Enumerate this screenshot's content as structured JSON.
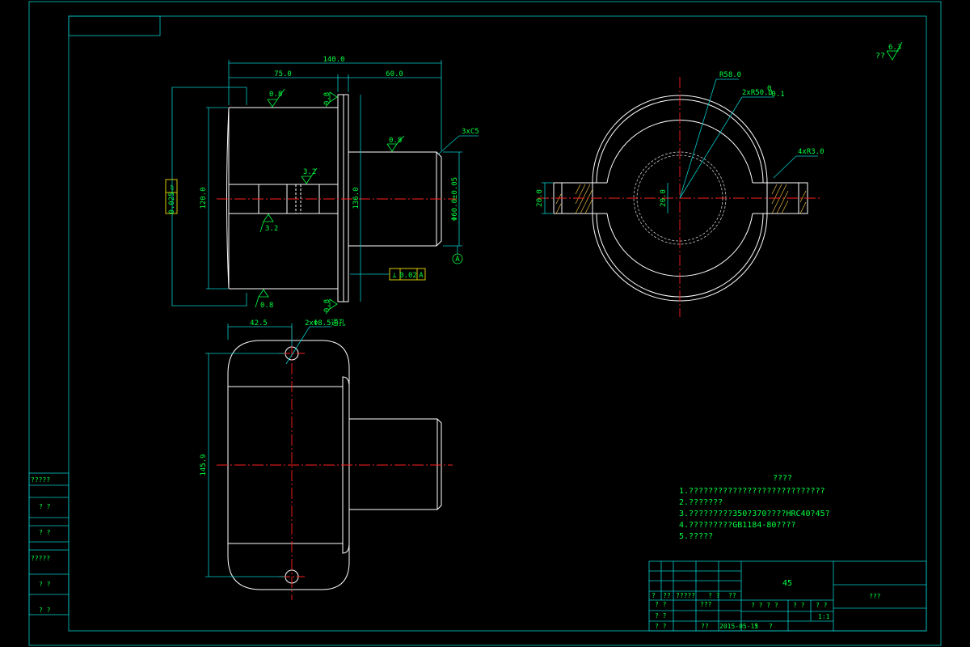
{
  "dimensions": {
    "overall_length": "140.0",
    "left_length": "75.0",
    "right_length": "60.0",
    "chamfer": "3xC5",
    "diameter_120": "120.0",
    "diameter_136": "136.0",
    "shaft_diameter": "Φ60.0±0.05",
    "flatness": "0.025",
    "perpendicularity_value": "0.02",
    "datum": "A",
    "rough_08": "0.8",
    "rough_32": "3.2",
    "hole_offset": "42.5",
    "hole_spec": "2xΦ8.5通孔",
    "height_145": "145.9",
    "radius_58": "R58.0",
    "radius_50": "2xR50.0",
    "radius_50_tol_upper": "0",
    "radius_50_tol_lower": "-0.1",
    "radius_3": "4xR3.0",
    "slot_width": "20.0",
    "slot_width_center": "20.0"
  },
  "surface_finish": {
    "label": "??",
    "value": "6.3"
  },
  "notes": {
    "title": "????",
    "items": [
      "1.????????????????????????????",
      "2.???????",
      "3.?????????350?370????HRC40?45?",
      "4.?????????GB1184-80????",
      "5.?????"
    ]
  },
  "side_panel": [
    "?????",
    "? ?",
    "? ?",
    "?????",
    "? ?",
    "? ?"
  ],
  "title_block": {
    "material": "45",
    "name": "???",
    "row1": [
      "?",
      "??",
      "?????",
      "? ?",
      "??"
    ],
    "row2": [
      "? ?",
      "???",
      "? ? ? ?",
      "? ?",
      "? ?"
    ],
    "row3": [
      "? ?",
      "? ?",
      "2015-05-15",
      "?",
      "?",
      "??",
      "1:1"
    ]
  },
  "colors": {
    "background": "#000000",
    "border": "#00cccc",
    "outline": "#ffffff",
    "centerline": "#ff2020",
    "dimension": "#00ff40"
  }
}
